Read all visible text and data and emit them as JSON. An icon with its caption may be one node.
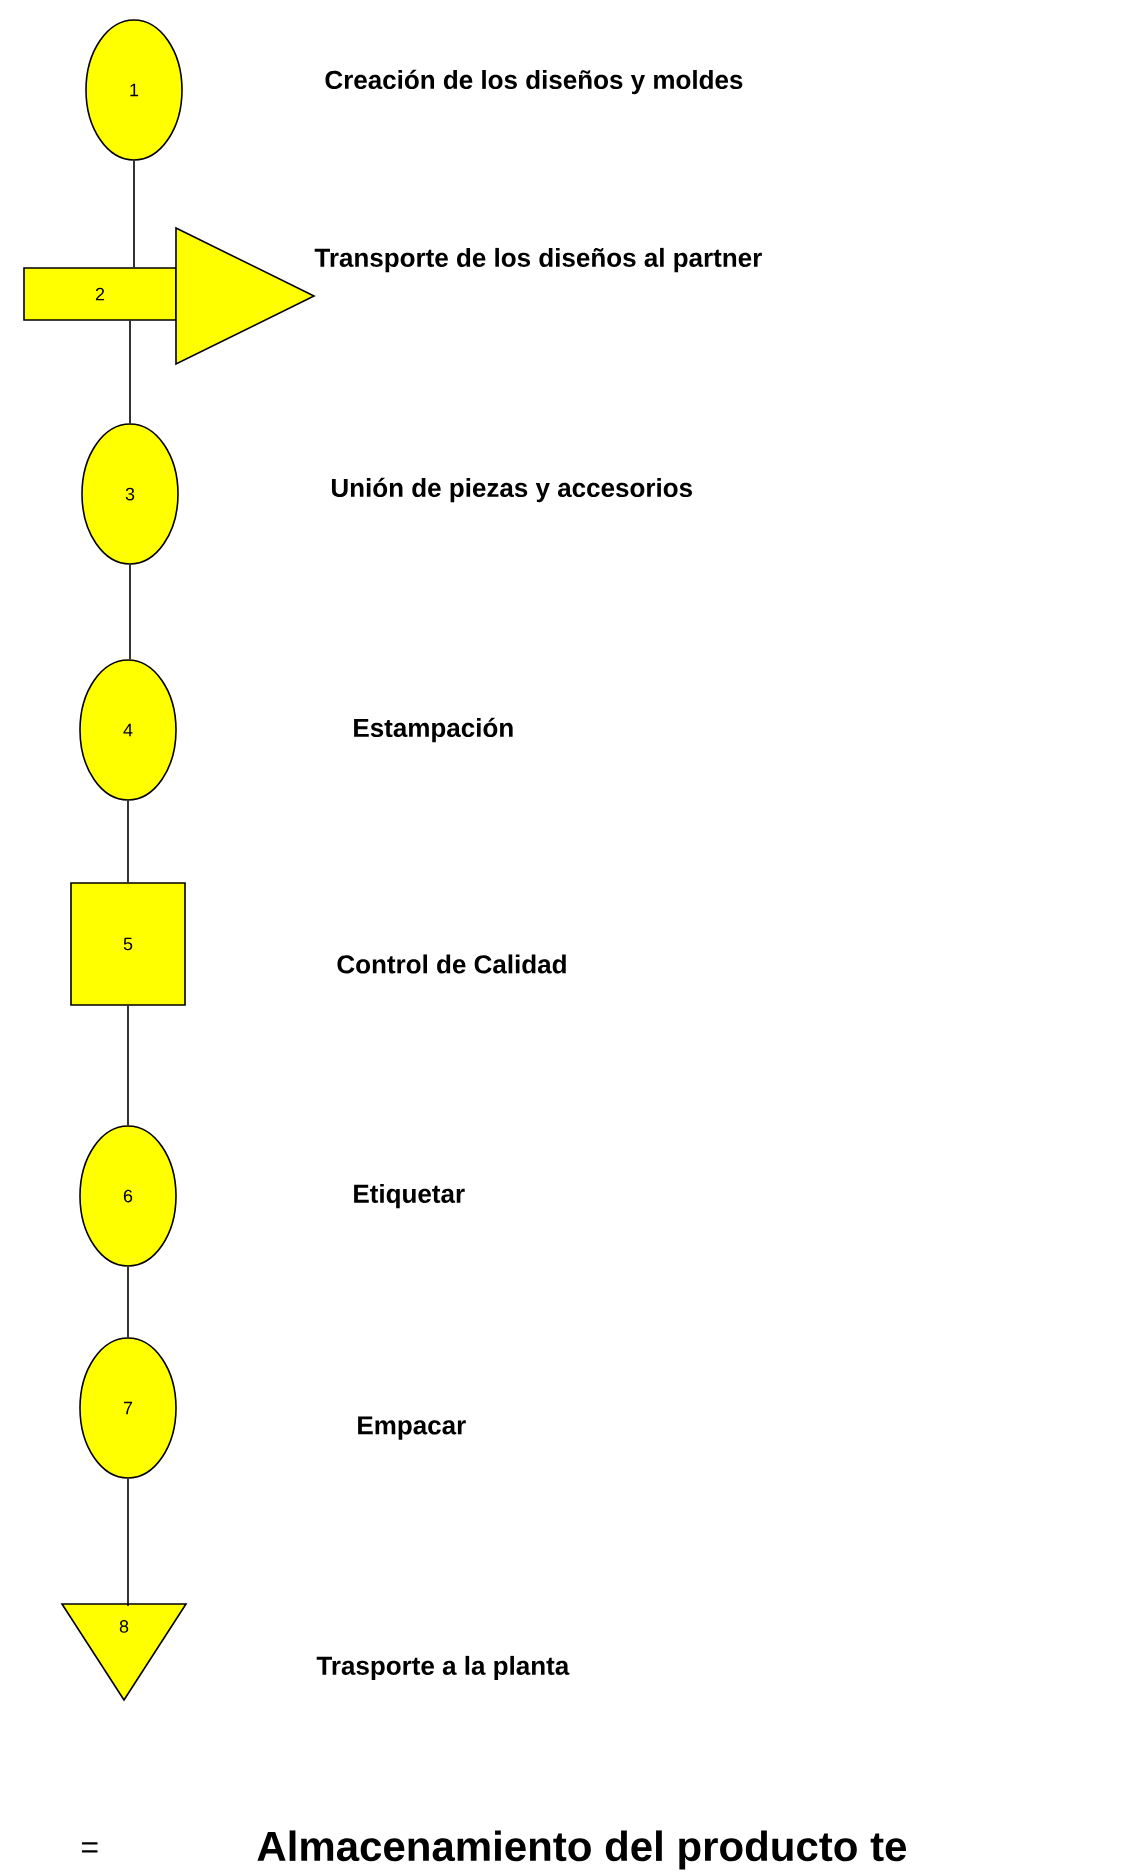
{
  "diagram": {
    "nodes": [
      {
        "text": [
          "1"
        ]
      },
      {
        "text": [
          "2"
        ]
      },
      {
        "text": [
          "3"
        ]
      },
      {
        "text": [
          "4"
        ]
      },
      {
        "text": [
          "5"
        ]
      },
      {
        "text": [
          "6"
        ]
      },
      {
        "text": [
          "7"
        ]
      },
      {
        "text": [
          "8"
        ]
      }
    ],
    "edges": [
      {
        "from": 0,
        "to": 1,
        "arrow": "none"
      },
      {
        "from": 1,
        "to": 2,
        "arrow": "none"
      },
      {
        "from": 2,
        "to": 3,
        "arrow": "none"
      },
      {
        "from": 3,
        "to": 4,
        "arrow": "none"
      },
      {
        "from": 4,
        "to": 5,
        "arrow": "none"
      },
      {
        "from": 5,
        "to": 6,
        "arrow": "none"
      },
      {
        "from": 6,
        "to": 7,
        "arrow": "none"
      }
    ],
    "labels": [
      "Creación de los diseños y moldes",
      "Transporte de los diseños al partner",
      "Unión de piezas y accesorios",
      "Estampación",
      "Control de Calidad",
      "Etiquetar",
      "Empacar",
      "Trasporte a la planta",
      "=",
      "Almacenamiento del producto te"
    ]
  }
}
